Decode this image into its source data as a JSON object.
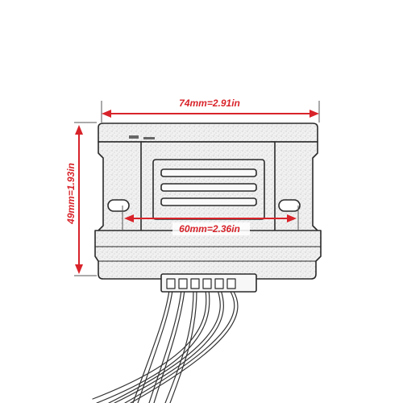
{
  "dimensions": {
    "width_label": "74mm=2.91in",
    "height_label": "49mm=1.93in",
    "hole_spacing_label": "60mm=2.36in"
  },
  "colors": {
    "dimension_red": "#d8232a",
    "outline": "#2a2a2a",
    "body_fill": "#f3f3f3",
    "bracket_gray": "#9a9a9a"
  },
  "wires": {
    "count": 6
  }
}
